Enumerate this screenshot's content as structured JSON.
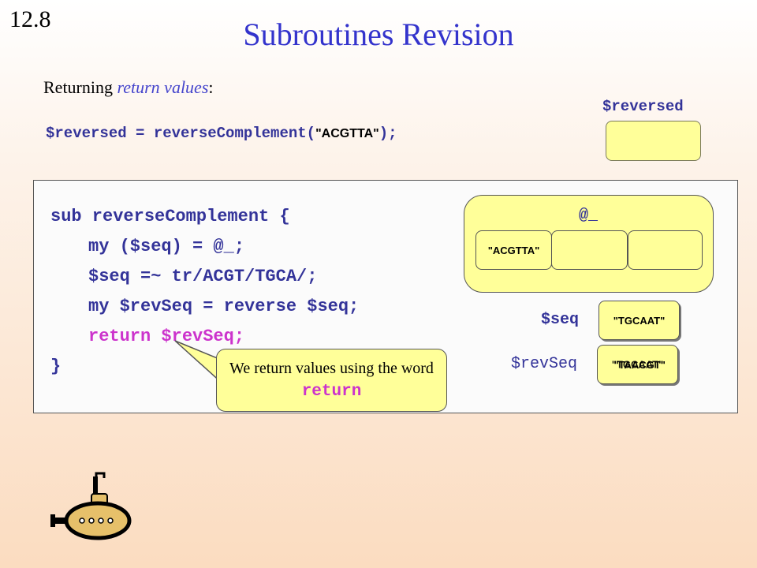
{
  "slide_number": "12.8",
  "title": "Subroutines Revision",
  "subtitle": {
    "prefix": "Returning ",
    "emphasis": "return values",
    "suffix": ":"
  },
  "call_line": {
    "code_before": "$reversed = reverseComplement(",
    "string_arg": "\"ACGTTA\"",
    "code_after": ");"
  },
  "reversed_var": {
    "label": "$reversed",
    "value": ""
  },
  "code_lines": [
    "sub reverseComplement {",
    "my ($seq) = @_;",
    "$seq =~ tr/ACGT/TGCA/;",
    "my $revSeq = reverse $seq;",
    "return $revSeq;",
    "}"
  ],
  "args_array": {
    "label": "@_",
    "cells": [
      "\"ACGTTA\"",
      "",
      ""
    ]
  },
  "seq_var": {
    "label": "$seq",
    "value": "\"TGCAAT\""
  },
  "revseq_var": {
    "label": "$revSeq",
    "value_back": "\"TGCAAT\"",
    "value_front": "\"TAACGT\""
  },
  "callout": {
    "text": "We return values using the word",
    "keyword": "return"
  },
  "colors": {
    "title": "#3333cc",
    "code": "#333399",
    "return_keyword": "#cc33cc",
    "box_fill": "#ffff99"
  }
}
